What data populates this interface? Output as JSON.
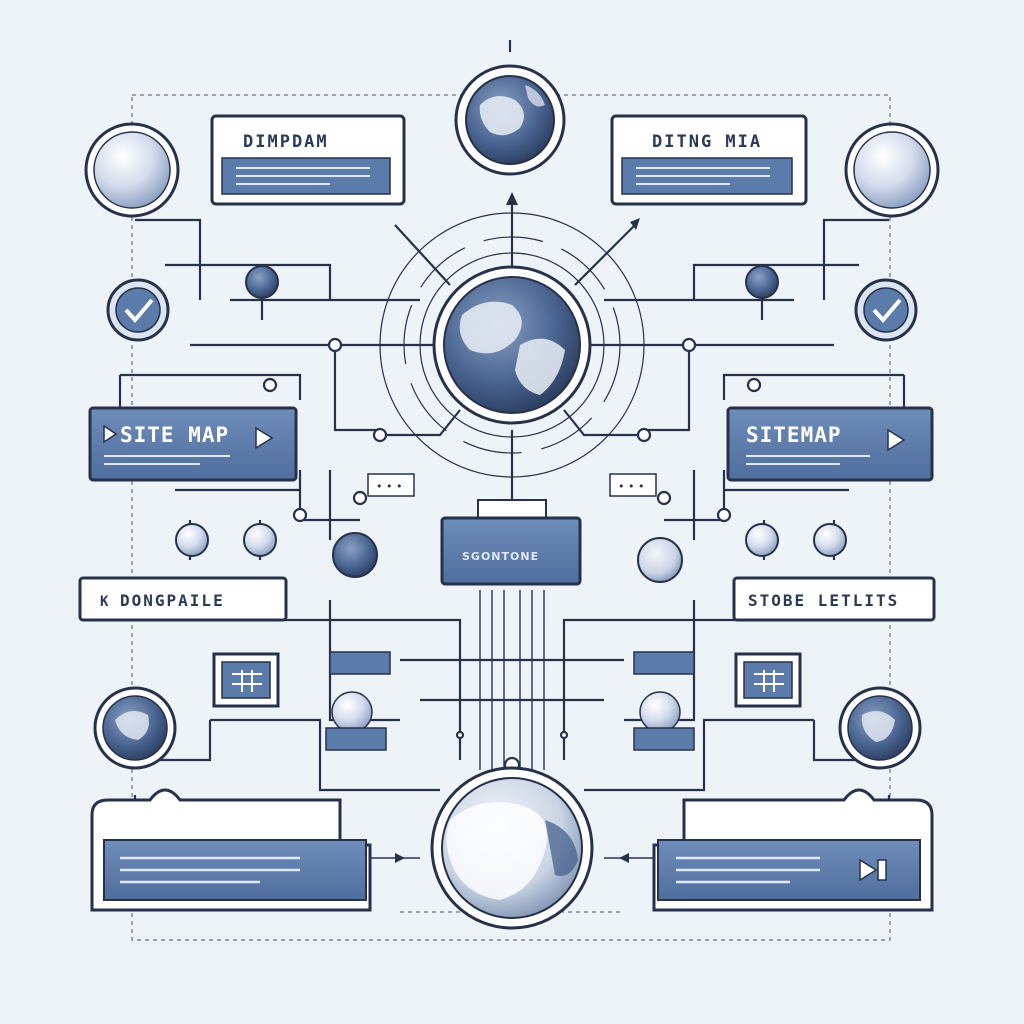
{
  "diagram": {
    "top_left_label": "DIMPDAM",
    "top_right_label": "DITNG MIA",
    "site_map_left": "SITE MAP",
    "site_map_right": "SITEMAP",
    "center_label": "SGONTONE",
    "mid_left_label": "DONGPAILE",
    "mid_left_prefix": "K",
    "mid_right_label": "STOBE LETLITS",
    "left_dots": "• • •",
    "right_dots": "• • •"
  },
  "colors": {
    "background": "#eef3f8",
    "primary_blue": "#5b7bab",
    "dark_navy": "#27324a",
    "pale_blue": "#dbe5f1",
    "globe_ocean": "#3f5a86",
    "globe_land": "#e9eef5"
  },
  "icons": [
    "globe-icon",
    "checkmark-icon",
    "play-icon",
    "grid-window-icon",
    "sphere-node-icon",
    "pin-icon"
  ]
}
